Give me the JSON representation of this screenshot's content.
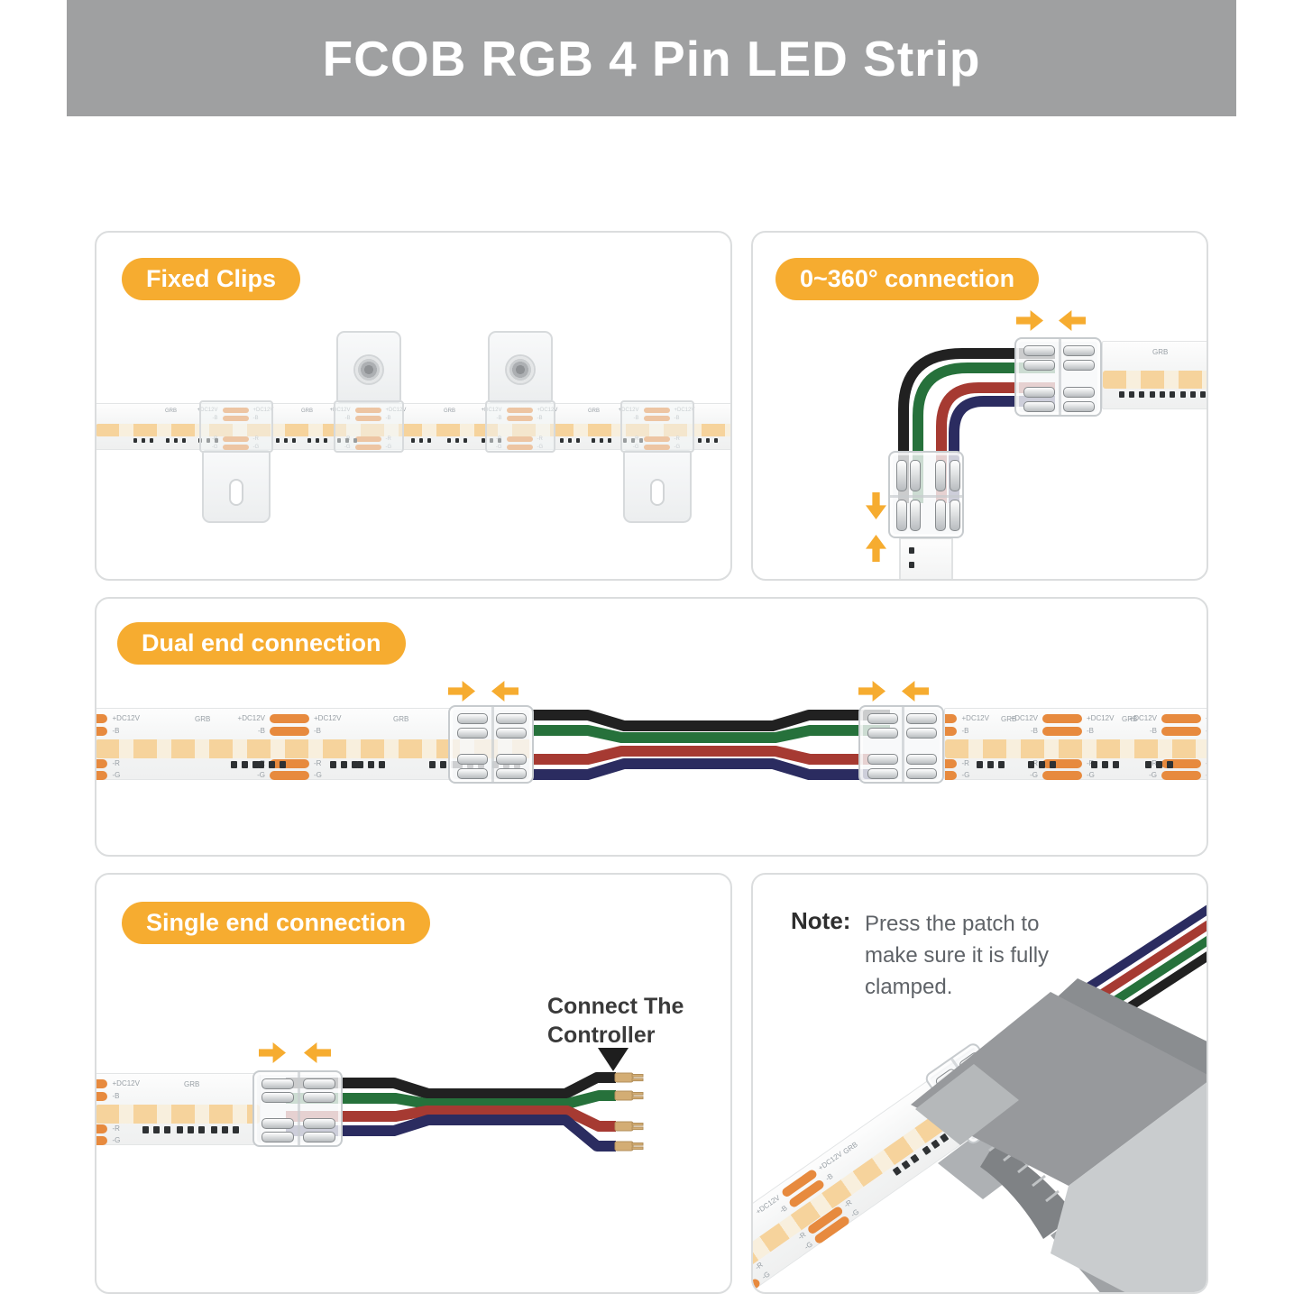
{
  "header": {
    "title": "FCOB RGB 4 Pin LED Strip"
  },
  "panels": {
    "fixed_clips": {
      "label": "Fixed Clips"
    },
    "rotation": {
      "label": "0~360° connection"
    },
    "dual_end": {
      "label": "Dual end connection"
    },
    "single_end": {
      "label": "Single end connection",
      "controller_line1": "Connect The",
      "controller_line2": "Controller"
    },
    "note": {
      "label": "Note:",
      "text": "Press the patch to make sure it is fully clamped."
    }
  },
  "strip_markings": {
    "power": "+DC12V",
    "channel": "GRB",
    "neg_b": "-B",
    "neg_r": "-R",
    "neg_g": "-G"
  },
  "colors": {
    "accent": "#F6AC30",
    "banner": "#9FA0A1",
    "pad": "#E78A3E",
    "wire_black": "#212121",
    "wire_green": "#26713B",
    "wire_red": "#A63A32",
    "wire_blue": "#2B2C60",
    "text_dark": "#3A3A3A",
    "text_gray": "#5F6368"
  }
}
